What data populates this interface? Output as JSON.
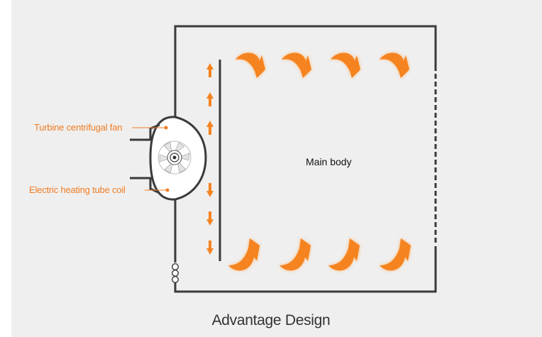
{
  "labels": {
    "fan": "Turbine centrifugal fan",
    "heater": "Electric heating tube coil",
    "main_body": "Main body"
  },
  "footer": {
    "title": "Advantage Design"
  },
  "colors": {
    "accent": "#f07c23",
    "arrow": "#f5831f",
    "outline": "#3a3a3a",
    "background": "#efefef"
  },
  "icons": {
    "airflow": "curved-arrow-icon",
    "direction": "straight-arrow-icon",
    "fan": "fan-icon"
  }
}
